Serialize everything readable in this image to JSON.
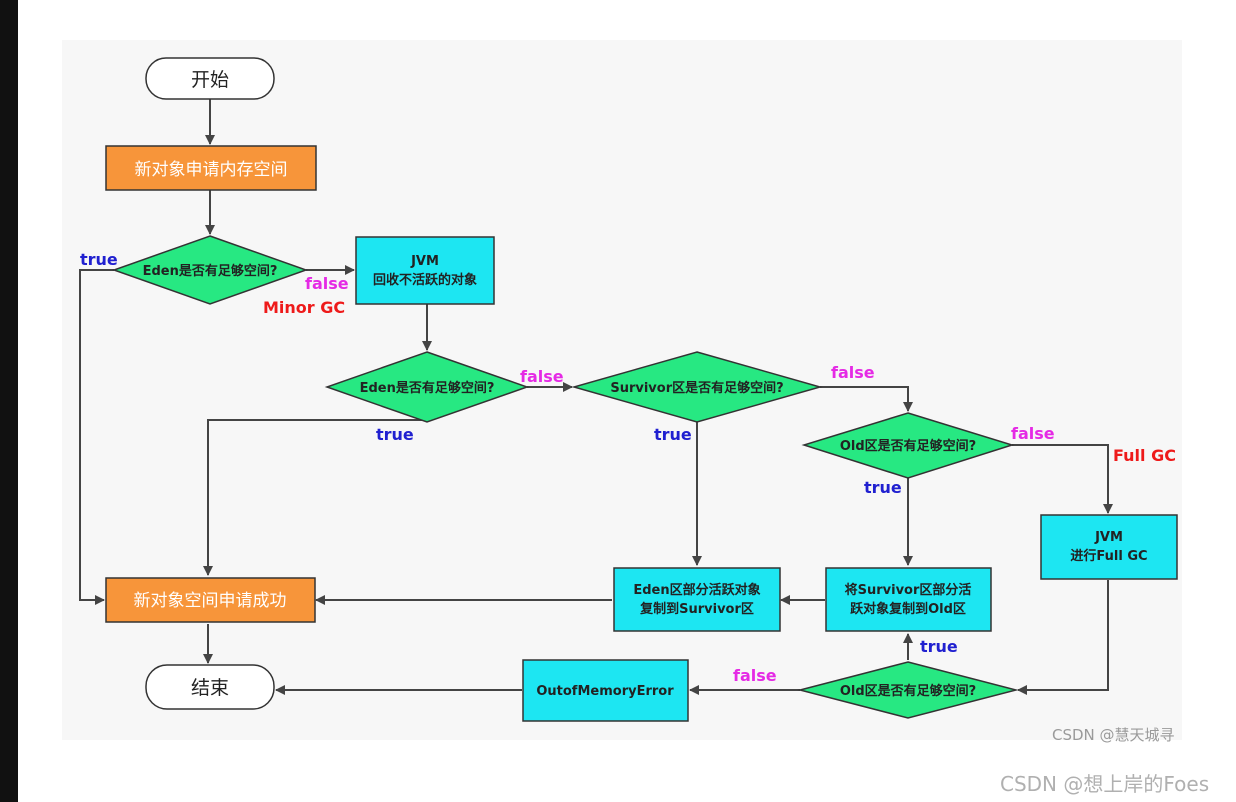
{
  "nodes": {
    "start": "开始",
    "alloc": "新对象申请内存空间",
    "d1": "Eden是否有足够空间?",
    "jvm1_line1": "JVM",
    "jvm1_line2": "回收不活跃的对象",
    "d2": "Eden是否有足够空间?",
    "d3": "Survivor区是否有足够空间?",
    "d4": "Old区是否有足够空间?",
    "jvm2_line1": "JVM",
    "jvm2_line2": "进行Full GC",
    "success": "新对象空间申请成功",
    "copy_eden_line1": "Eden区部分活跃对象",
    "copy_eden_line2": "复制到Survivor区",
    "copy_surv_line1": "将Survivor区部分活",
    "copy_surv_line2": "跃对象复制到Old区",
    "d5": "Old区是否有足够空间?",
    "oom": "OutofMemoryError",
    "end": "结束"
  },
  "edge_labels": {
    "d1_true": "true",
    "d1_false": "false",
    "minor_gc": "Minor GC",
    "d2_false": "false",
    "d2_true": "true",
    "d3_false": "false",
    "d3_true": "true",
    "d4_false": "false",
    "full_gc": "Full GC",
    "d4_true": "true",
    "d5_true": "true",
    "d5_false": "false"
  },
  "colors": {
    "orange": "#f7953a",
    "cyan": "#1de6f2",
    "green": "#27e882",
    "true": "#2020d0",
    "false": "#e52ae5",
    "gc": "#ee1a1a"
  },
  "watermarks": {
    "small": "CSDN @慧天城寻",
    "large": "CSDN @想上岸的Foes"
  }
}
